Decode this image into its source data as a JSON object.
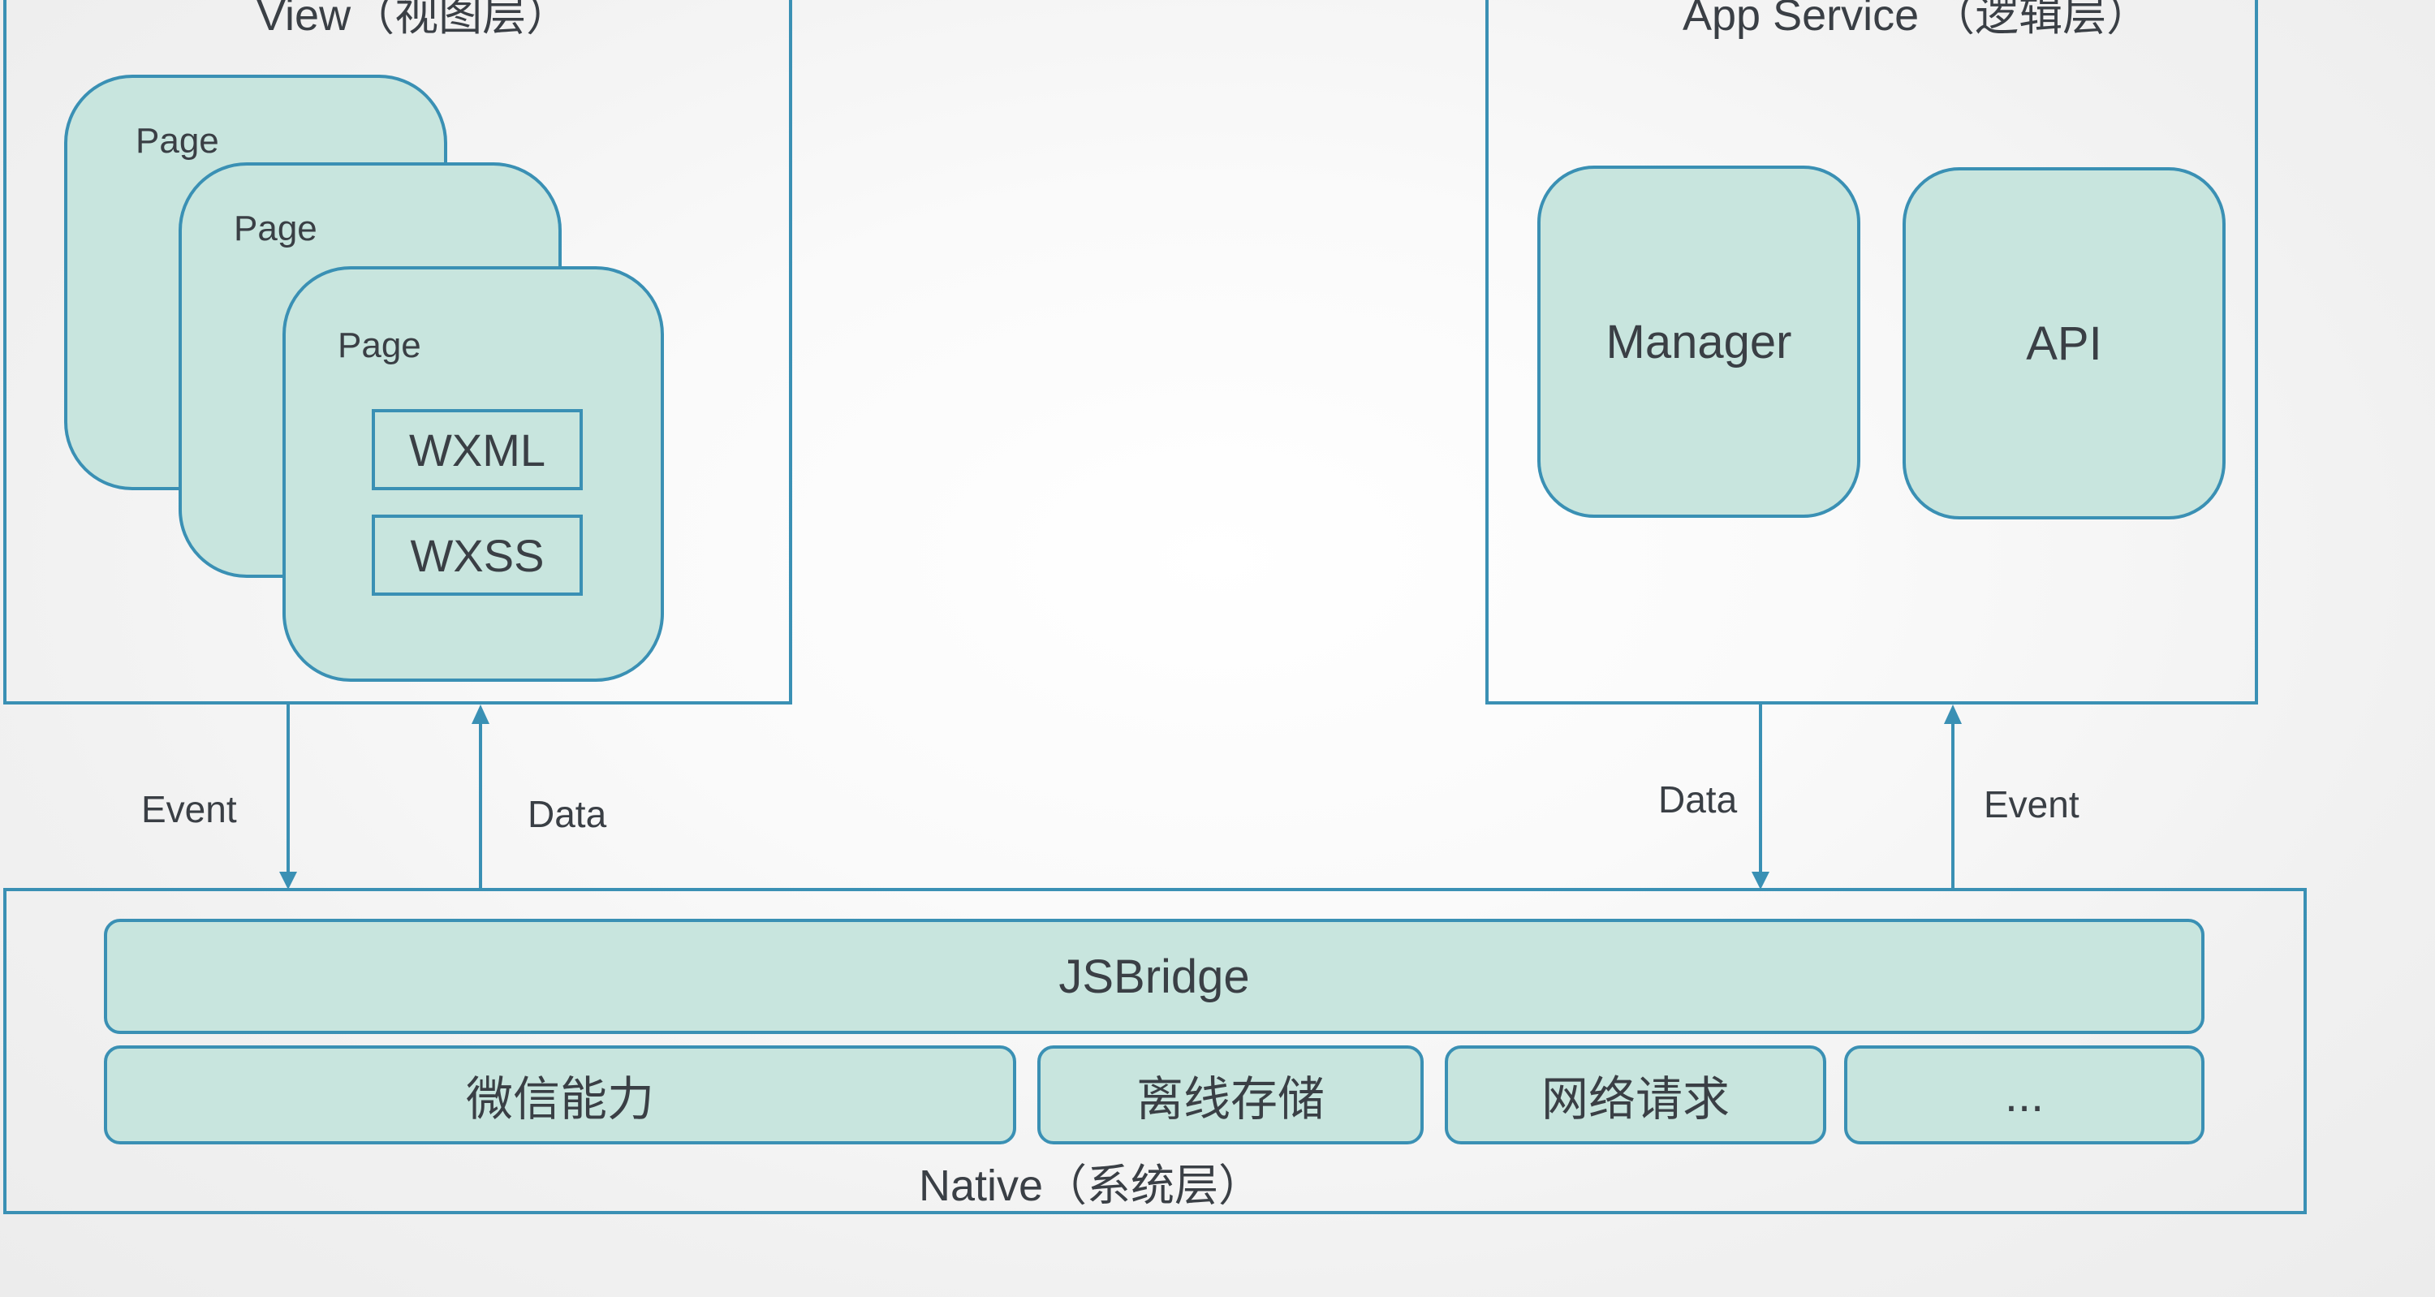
{
  "view_layer": {
    "title": "View（视图层）",
    "pages": [
      "Page",
      "Page",
      "Page"
    ],
    "files": [
      "WXML",
      "WXSS"
    ]
  },
  "app_service_layer": {
    "title": "App Service （逻辑层）",
    "modules": [
      "Manager",
      "API"
    ]
  },
  "native_layer": {
    "title": "Native（系统层）",
    "bridge": "JSBridge",
    "capabilities": [
      "微信能力",
      "离线存储",
      "网络请求",
      "..."
    ]
  },
  "arrows": {
    "view_event": "Event",
    "view_data": "Data",
    "service_data": "Data",
    "service_event": "Event"
  },
  "colors": {
    "stroke": "#3a90b4",
    "fill": "#c8e5de",
    "text": "#3a3f45"
  }
}
